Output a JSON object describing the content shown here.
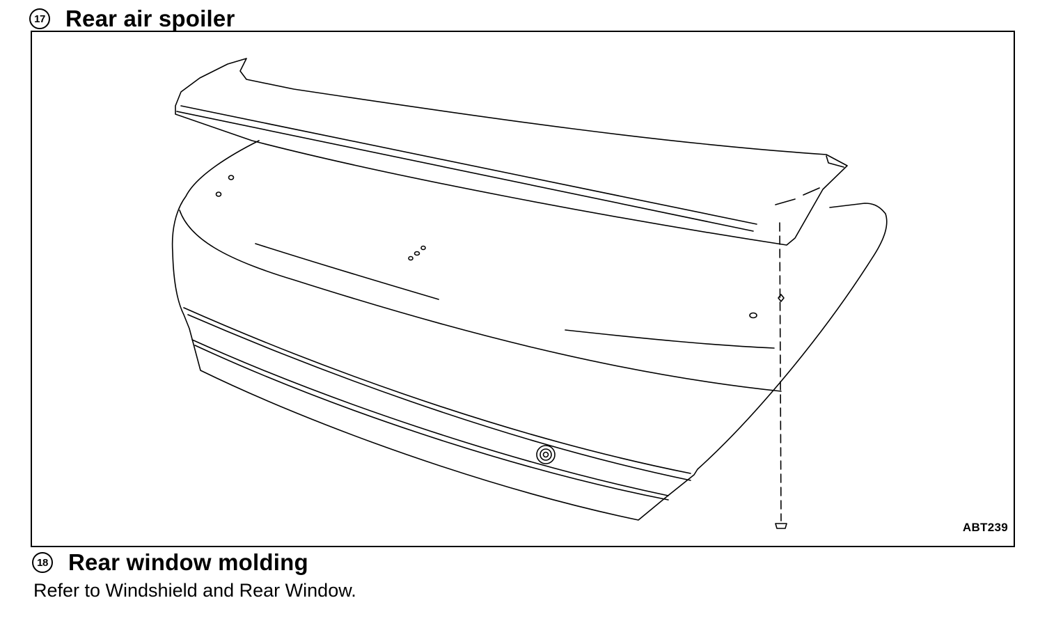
{
  "sections": [
    {
      "number": "17",
      "title": "Rear air spoiler"
    },
    {
      "number": "18",
      "title": "Rear window molding",
      "body": "Refer to Windshield and Rear Window."
    }
  ],
  "figure": {
    "code": "ABT239",
    "icon": "rear-air-spoiler-illustration"
  }
}
